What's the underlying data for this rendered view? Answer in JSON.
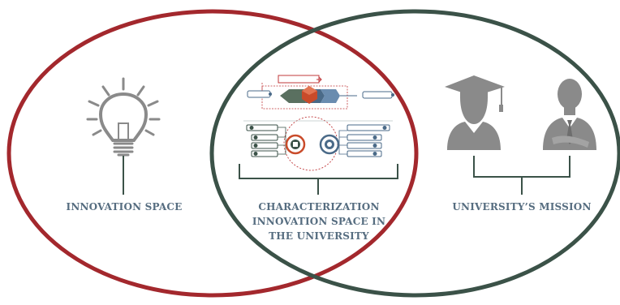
{
  "diagram": {
    "left_set": {
      "label": "INNOVATION SPACE",
      "icon": "lightbulb-icon"
    },
    "intersection": {
      "label_lines": [
        "CHARACTERIZATION",
        "INNOVATION SPACE IN",
        "THE UNIVERSITY"
      ],
      "icon": "process-diagram-icon"
    },
    "right_set": {
      "label": "UNIVERSITY’S MISSION",
      "icons": [
        "graduate-icon",
        "businessman-icon"
      ]
    }
  },
  "colors": {
    "left_circle": "#a3282d",
    "right_circle": "#3b5248",
    "label_text": "#566d80",
    "icon_gray": "#8a8a8a",
    "bracket": "#3b5248"
  }
}
